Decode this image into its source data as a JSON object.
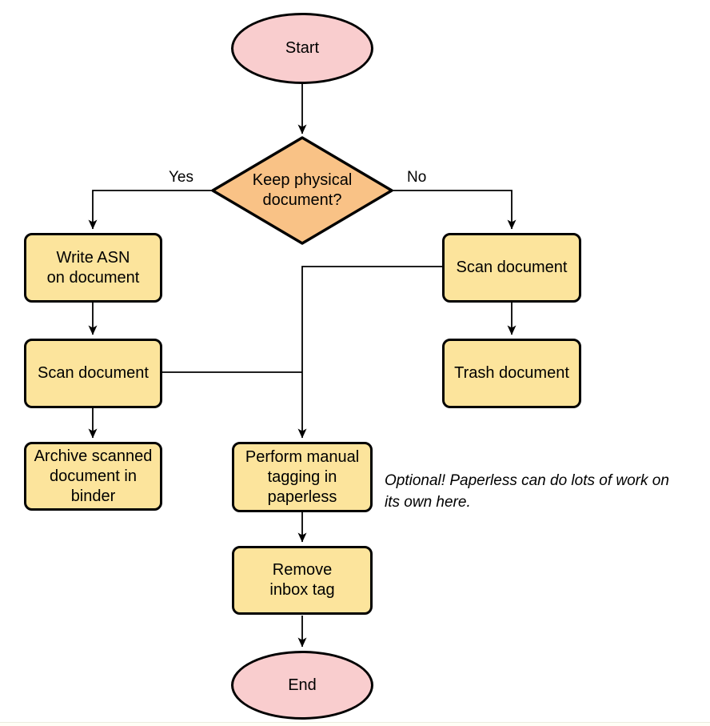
{
  "diagram": {
    "type": "flowchart",
    "nodes": {
      "start": {
        "label": "Start",
        "shape": "ellipse"
      },
      "decision": {
        "label": "Keep physical\ndocument?",
        "shape": "diamond"
      },
      "write_asn": {
        "label": "Write ASN\non document",
        "shape": "process"
      },
      "scan_left": {
        "label": "Scan document",
        "shape": "process"
      },
      "archive": {
        "label": "Archive scanned\ndocument in\nbinder",
        "shape": "process"
      },
      "scan_right": {
        "label": "Scan document",
        "shape": "process"
      },
      "trash": {
        "label": "Trash document",
        "shape": "process"
      },
      "tagging": {
        "label": "Perform manual\ntagging in\npaperless",
        "shape": "process"
      },
      "remove_inbox": {
        "label": "Remove\ninbox tag",
        "shape": "process"
      },
      "end": {
        "label": "End",
        "shape": "ellipse"
      }
    },
    "edge_labels": {
      "yes": "Yes",
      "no": "No"
    },
    "annotation": "Optional! Paperless can do lots of work on\nits own here.",
    "colors": {
      "terminal_fill": "#f9cdce",
      "decision_fill": "#f9c286",
      "process_fill": "#fce49c",
      "stroke": "#000000",
      "text": "#000000"
    }
  }
}
